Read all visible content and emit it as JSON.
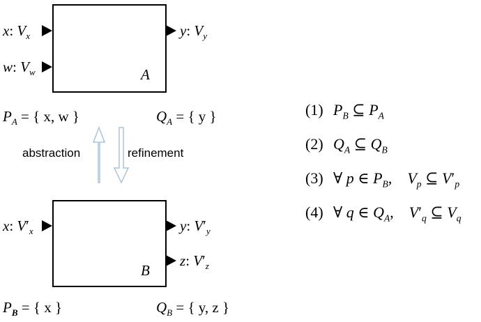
{
  "block_a": {
    "name": "A",
    "inputs": [
      {
        "var": "x",
        "domain_base": "V",
        "domain_sub": "x",
        "prime": ""
      },
      {
        "var": "w",
        "domain_base": "V",
        "domain_sub": "w",
        "prime": ""
      }
    ],
    "outputs": [
      {
        "var": "y",
        "domain_base": "V",
        "domain_sub": "y",
        "prime": ""
      }
    ],
    "p_label": "P",
    "p_sub": "A",
    "p_set": "= { x, w }",
    "q_label": "Q",
    "q_sub": "A",
    "q_set": "= { y }"
  },
  "block_b": {
    "name": "B",
    "inputs": [
      {
        "var": "x",
        "domain_base": "V",
        "domain_sub": "x",
        "prime": "′"
      }
    ],
    "outputs": [
      {
        "var": "y",
        "domain_base": "V",
        "domain_sub": "y",
        "prime": "′"
      },
      {
        "var": "z",
        "domain_base": "V",
        "domain_sub": "z",
        "prime": "′"
      }
    ],
    "p_label": "P",
    "p_sub": "B",
    "p_set": "= { x }",
    "q_label": "Q",
    "q_sub": "B",
    "q_set": "= { y, z }"
  },
  "arrows": {
    "up_label": "abstraction",
    "down_label": "refinement"
  },
  "conditions": [
    {
      "num": "(1)",
      "parts": [
        "P",
        "B",
        " ⊆ ",
        "P",
        "A"
      ]
    },
    {
      "num": "(2)",
      "parts": [
        "Q",
        "A",
        " ⊆ ",
        "Q",
        "B"
      ]
    },
    {
      "num": "(3)",
      "quant": "∀ p ∈ ",
      "set": "P",
      "set_sub": "B",
      "rhs_left": "V",
      "rhs_left_sub": "p",
      "rel": " ⊆ ",
      "rhs_right": "V",
      "rhs_right_prime": "′",
      "rhs_right_sub": "p"
    },
    {
      "num": "(4)",
      "quant": "∀ q ∈ ",
      "set": "Q",
      "set_sub": "A",
      "rhs_left": "V",
      "rhs_left_prime": "′",
      "rhs_left_sub": "q",
      "rel": " ⊆ ",
      "rhs_right": "V",
      "rhs_right_sub": "q"
    }
  ],
  "colors": {
    "arrow_stroke": "#a9c4dc",
    "arrow_fill": "#ffffff",
    "line": "#000000"
  }
}
